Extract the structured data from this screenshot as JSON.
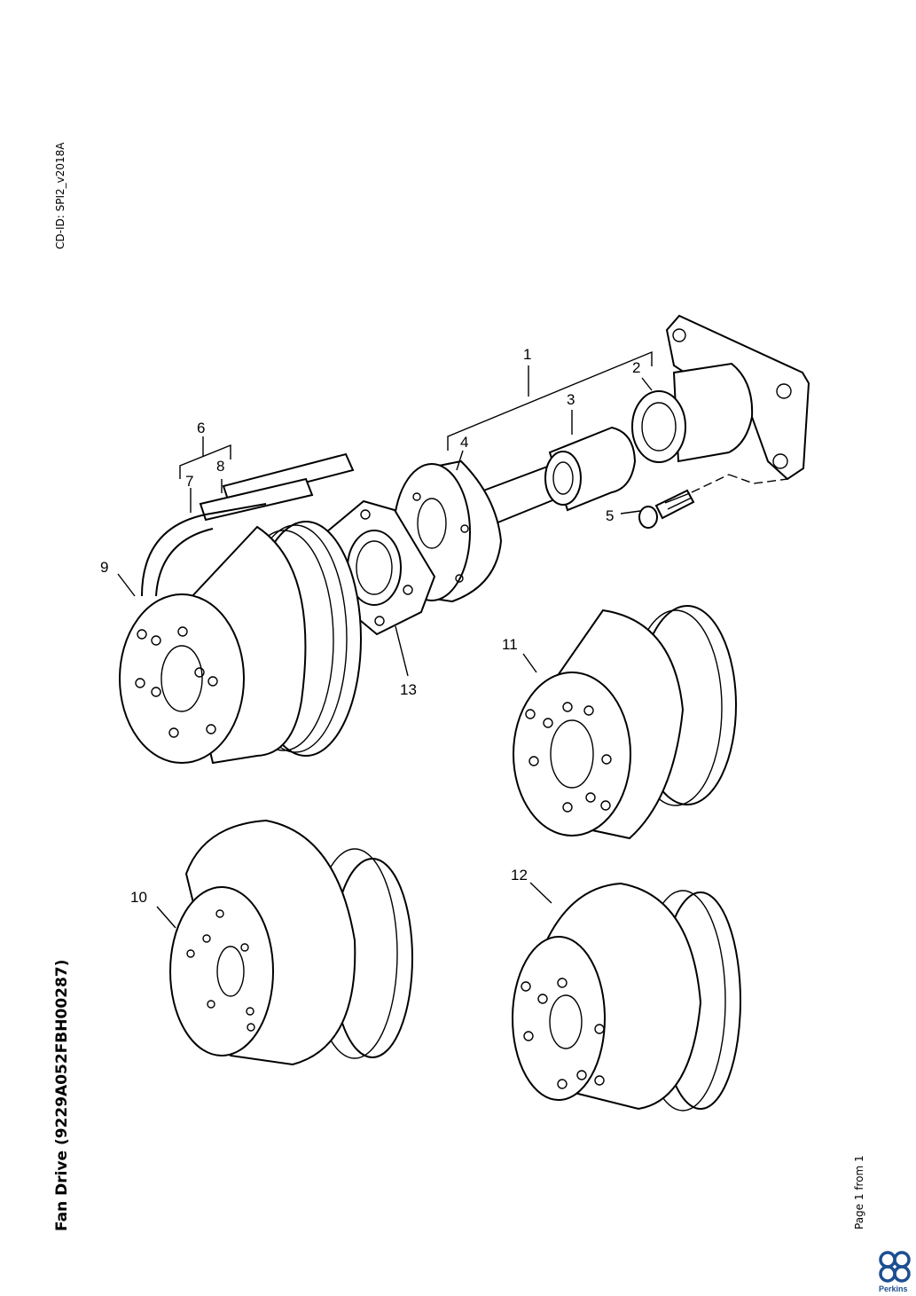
{
  "header": {
    "cd_id": "CD-ID: SPI2_v2018A"
  },
  "document": {
    "title": "Fan Drive (9229A052FBH00287)",
    "page_info": "Page 1 from 1"
  },
  "brand": {
    "name": "Perkins",
    "color": "#1d4f91"
  },
  "callouts": {
    "c1": "1",
    "c2": "2",
    "c3": "3",
    "c4": "4",
    "c5": "5",
    "c6": "6",
    "c7": "7",
    "c8": "8",
    "c9": "9",
    "c10": "10",
    "c11": "11",
    "c12": "12",
    "c13": "13"
  }
}
